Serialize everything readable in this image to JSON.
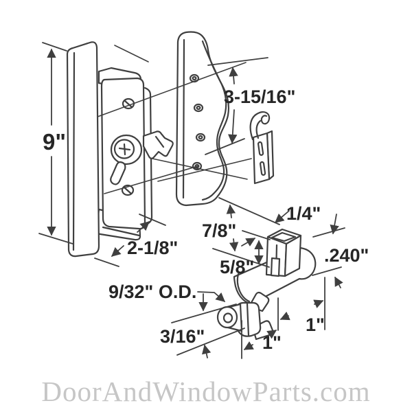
{
  "diagram": {
    "description": "Exploded technical line drawing of a sliding glass door handle set with keyed lock, outside pull, keeper bracket and mortise latch cylinder",
    "line_color": "#3f3f3f",
    "label_color": "#262626",
    "background": "#ffffff",
    "labels": {
      "handle_length": "9\"",
      "handle_projection": "2-1/8\"",
      "pull_screw_spacing": "3-15/16\"",
      "latch_head_top": "1/4\"",
      "latch_head_outer": "7/8\"",
      "latch_head_inner": "5/8\"",
      "rod_diameter": ".240\"",
      "spindle_od": "9/32\" O.D.",
      "spindle_offset": "3/16\"",
      "barrel_length_left": "1\"",
      "barrel_length_right": "1\""
    },
    "watermark": {
      "text": "DoorAndWindowParts.com",
      "color": "#c6c6c6"
    }
  }
}
